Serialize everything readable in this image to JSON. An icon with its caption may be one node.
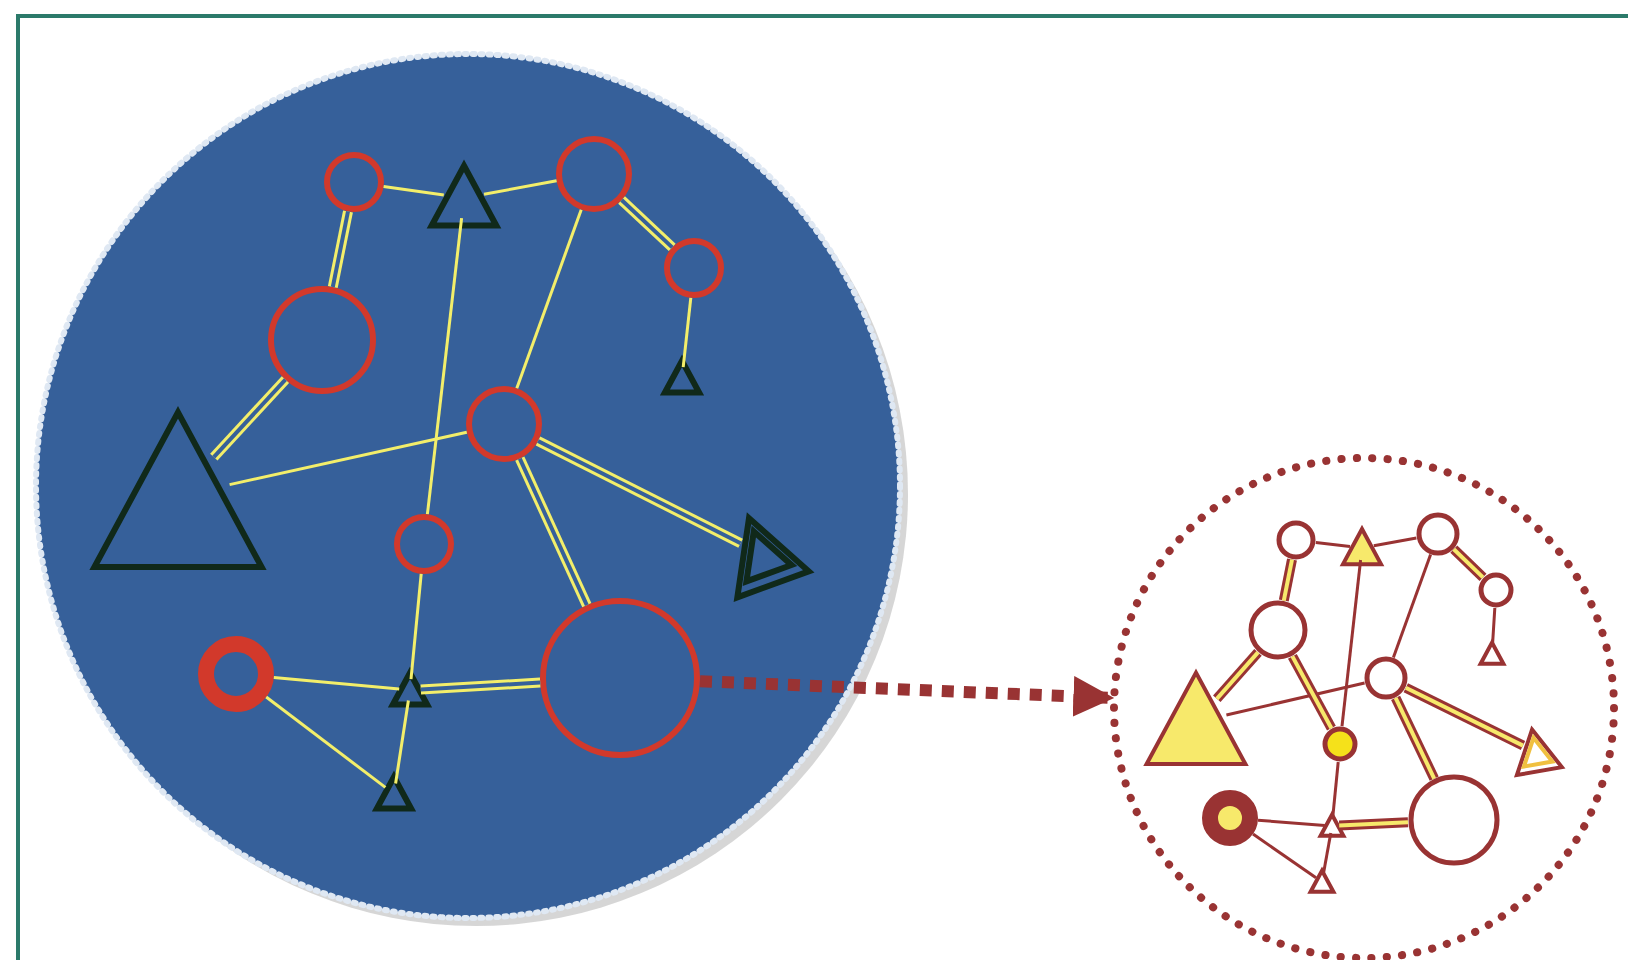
{
  "diagram": {
    "nodes": [
      {
        "text": [],
        "shape": "circle"
      },
      {
        "text": [],
        "shape": "circle",
        "in": 0
      },
      {
        "text": [],
        "shape": "triangle",
        "in": 0
      },
      {
        "text": [],
        "shape": "circle",
        "in": 0
      },
      {
        "text": [],
        "shape": "circle",
        "in": 0
      },
      {
        "text": [],
        "shape": "circle",
        "in": 0
      },
      {
        "text": [],
        "shape": "triangle",
        "in": 0
      },
      {
        "text": [],
        "shape": "triangle",
        "in": 0
      },
      {
        "text": [],
        "shape": "circle",
        "in": 0
      },
      {
        "text": [],
        "shape": "circle",
        "in": 0
      },
      {
        "text": [],
        "shape": "triangle",
        "in": 0
      },
      {
        "text": [],
        "shape": "circle",
        "in": 0
      },
      {
        "text": [],
        "shape": "triangle",
        "in": 0
      },
      {
        "text": [],
        "shape": "circle",
        "in": 0
      },
      {
        "text": [],
        "shape": "triangle",
        "in": 0
      },
      {
        "text": [],
        "shape": "circle"
      },
      {
        "text": [],
        "shape": "circle",
        "in": 15
      },
      {
        "text": [],
        "shape": "triangle",
        "in": 15
      },
      {
        "text": [],
        "shape": "circle",
        "in": 15
      },
      {
        "text": [],
        "shape": "circle",
        "in": 15
      },
      {
        "text": [],
        "shape": "circle",
        "in": 15
      },
      {
        "text": [],
        "shape": "triangle",
        "in": 15
      },
      {
        "text": [],
        "shape": "triangle",
        "in": 15
      },
      {
        "text": [],
        "shape": "circle",
        "in": 15
      },
      {
        "text": [],
        "shape": "circle",
        "in": 15
      },
      {
        "text": [],
        "shape": "triangle",
        "in": 15
      },
      {
        "text": [],
        "shape": "circle",
        "in": 15
      },
      {
        "text": [],
        "shape": "triangle",
        "in": 15
      },
      {
        "text": [],
        "shape": "circle",
        "in": 15
      },
      {
        "text": [],
        "shape": "triangle",
        "in": 15
      }
    ],
    "edges": [
      {
        "from": 1,
        "to": 2,
        "arrow": "none",
        "color": "#f3ee6a"
      },
      {
        "from": 2,
        "to": 3,
        "arrow": "none",
        "color": "#f3ee6a"
      },
      {
        "from": 3,
        "to": 4,
        "arrow": "none",
        "style": "thick",
        "color": "#f3ee6a"
      },
      {
        "from": 1,
        "to": 5,
        "arrow": "none",
        "style": "thick",
        "color": "#f3ee6a"
      },
      {
        "from": 5,
        "to": 7,
        "arrow": "none",
        "style": "thick",
        "color": "#f3ee6a"
      },
      {
        "from": 7,
        "to": 8,
        "arrow": "none",
        "color": "#f3ee6a"
      },
      {
        "from": 2,
        "to": 9,
        "arrow": "none",
        "color": "#f3ee6a"
      },
      {
        "from": 3,
        "to": 8,
        "arrow": "none",
        "color": "#f3ee6a"
      },
      {
        "from": 4,
        "to": 6,
        "arrow": "none",
        "color": "#f3ee6a"
      },
      {
        "from": 8,
        "to": 10,
        "arrow": "none",
        "style": "thick",
        "color": "#f3ee6a"
      },
      {
        "from": 8,
        "to": 13,
        "arrow": "none",
        "style": "thick",
        "color": "#f3ee6a"
      },
      {
        "from": 9,
        "to": 12,
        "arrow": "none",
        "color": "#f3ee6a"
      },
      {
        "from": 11,
        "to": 12,
        "arrow": "none",
        "color": "#f3ee6a"
      },
      {
        "from": 12,
        "to": 13,
        "arrow": "none",
        "style": "thick",
        "color": "#f3ee6a"
      },
      {
        "from": 11,
        "to": 14,
        "arrow": "none",
        "color": "#f3ee6a"
      },
      {
        "from": 12,
        "to": 14,
        "arrow": "none",
        "color": "#f3ee6a"
      },
      {
        "from": 13,
        "to": 15,
        "arrow": "to",
        "style": "dashed"
      },
      {
        "from": 16,
        "to": 17,
        "arrow": "none"
      },
      {
        "from": 17,
        "to": 18,
        "arrow": "none"
      },
      {
        "from": 18,
        "to": 19,
        "arrow": "none",
        "style": "thick"
      },
      {
        "from": 16,
        "to": 20,
        "arrow": "none",
        "style": "thick"
      },
      {
        "from": 20,
        "to": 22,
        "arrow": "none",
        "style": "thick"
      },
      {
        "from": 22,
        "to": 23,
        "arrow": "none"
      },
      {
        "from": 17,
        "to": 24,
        "arrow": "none"
      },
      {
        "from": 20,
        "to": 24,
        "arrow": "none",
        "style": "thick"
      },
      {
        "from": 18,
        "to": 23,
        "arrow": "none"
      },
      {
        "from": 19,
        "to": 21,
        "arrow": "none"
      },
      {
        "from": 23,
        "to": 25,
        "arrow": "none",
        "style": "thick"
      },
      {
        "from": 23,
        "to": 28,
        "arrow": "none",
        "style": "thick"
      },
      {
        "from": 24,
        "to": 27,
        "arrow": "none"
      },
      {
        "from": 26,
        "to": 27,
        "arrow": "none"
      },
      {
        "from": 27,
        "to": 28,
        "arrow": "none",
        "style": "thick"
      },
      {
        "from": 26,
        "to": 29,
        "arrow": "none"
      },
      {
        "from": 27,
        "to": 29,
        "arrow": "none"
      }
    ]
  }
}
